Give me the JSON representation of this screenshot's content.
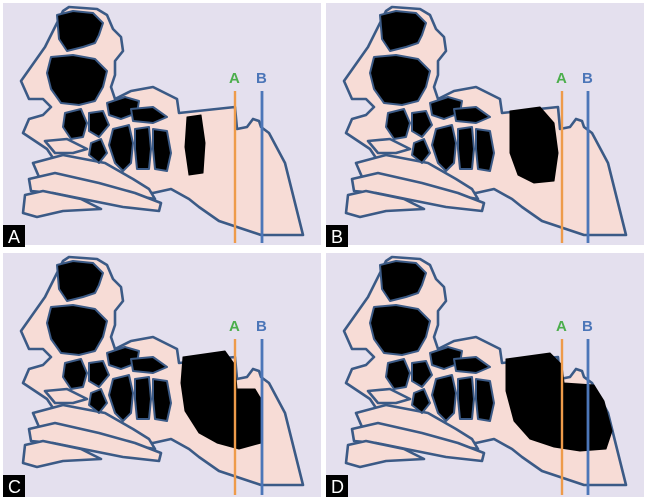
{
  "panels": [
    {
      "tag": "A",
      "line_a_label": "A",
      "line_b_label": "B"
    },
    {
      "tag": "B",
      "line_a_label": "A",
      "line_b_label": "B"
    },
    {
      "tag": "C",
      "line_a_label": "A",
      "line_b_label": "B"
    },
    {
      "tag": "D",
      "line_a_label": "A",
      "line_b_label": "B"
    }
  ],
  "colors": {
    "background": "#e4e0ee",
    "bone_fill": "#f7dcd6",
    "outline": "#3b5a86",
    "air_cells": "#000000",
    "line_a": "#ee9b4a",
    "line_b": "#4c76b8",
    "label_a": "#4cae4c",
    "label_b": "#4c76b8"
  }
}
